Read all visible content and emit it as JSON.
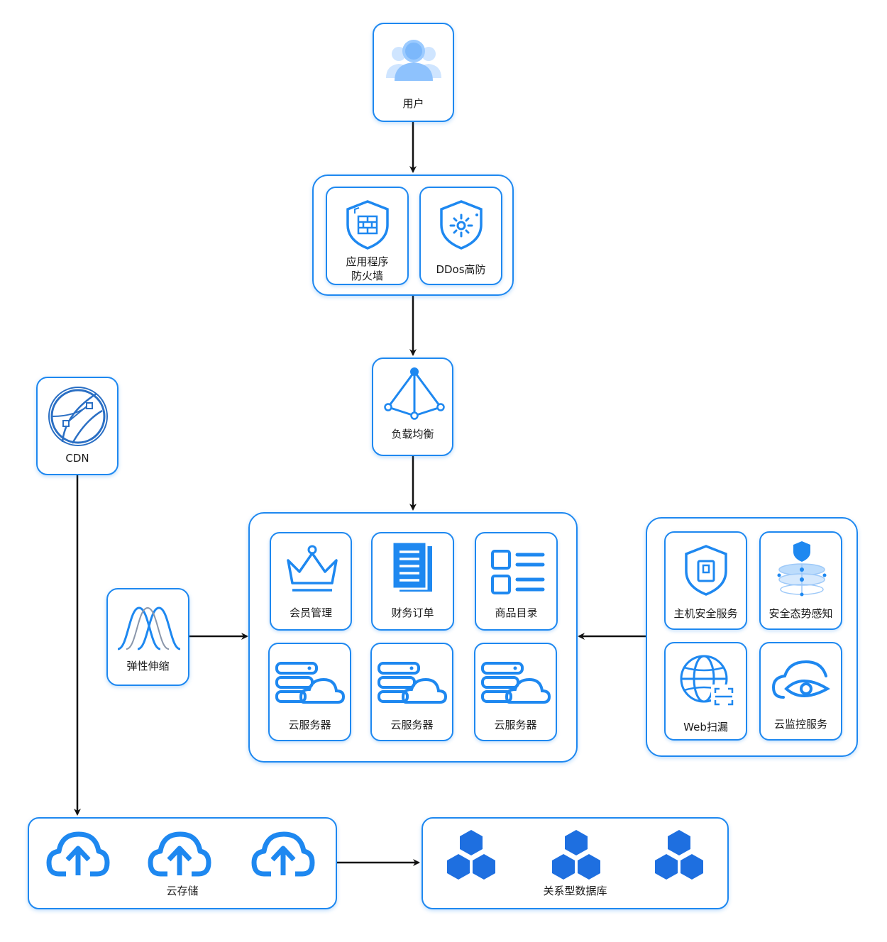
{
  "user": {
    "label": "用户"
  },
  "security_group": {
    "firewall": {
      "line1": "应用程序",
      "line2": "防火墙"
    },
    "ddos": {
      "label": "DDos高防"
    }
  },
  "load_balancer": {
    "label": "负载均衡"
  },
  "cdn": {
    "label": "CDN"
  },
  "elastic_scaling": {
    "label": "弹性伸缩"
  },
  "app_group": {
    "services": [
      {
        "label": "会员管理",
        "icon": "crown-icon"
      },
      {
        "label": "财务订单",
        "icon": "document-icon"
      },
      {
        "label": "商品目录",
        "icon": "catalog-list-icon"
      }
    ],
    "servers": [
      {
        "label": "云服务器"
      },
      {
        "label": "云服务器"
      },
      {
        "label": "云服务器"
      }
    ]
  },
  "security_services": {
    "items": [
      {
        "label": "主机安全服务",
        "icon": "host-shield-icon"
      },
      {
        "label": "安全态势感知",
        "icon": "situation-awareness-icon"
      },
      {
        "label": "Web扫漏",
        "icon": "web-scan-icon"
      },
      {
        "label": "云监控服务",
        "icon": "cloud-eye-icon"
      }
    ]
  },
  "cloud_storage": {
    "label": "云存储"
  },
  "database": {
    "label": "关系型数据库"
  },
  "colors": {
    "accent": "#1e88f0",
    "arrow": "#111111"
  }
}
